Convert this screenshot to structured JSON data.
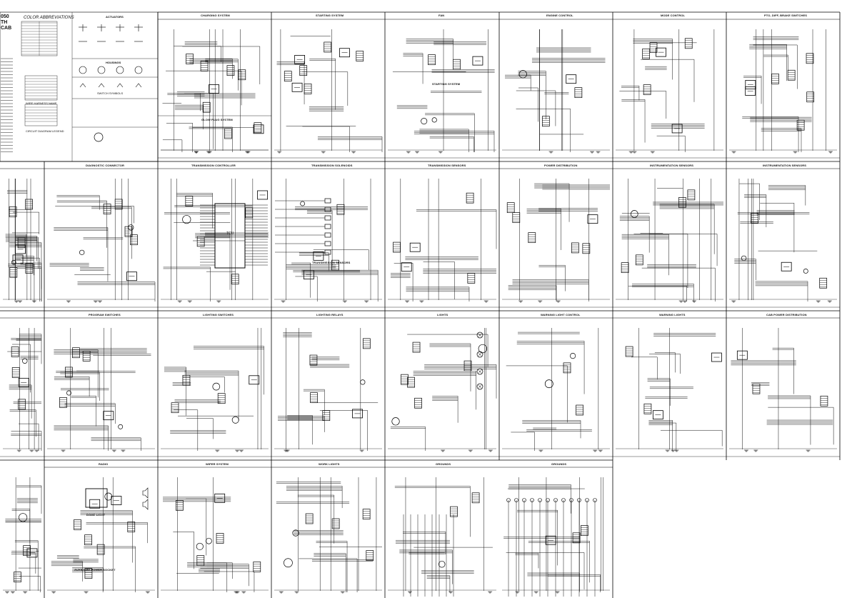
{
  "sheet": {
    "model": "050\nTH\nCAB",
    "legend": {
      "color_abbreviations": "COLOR ABBREVIATIONS",
      "actuators": "ACTUATORS",
      "housings": "HOUSINGS",
      "wire_harness_names": "WIRE HARNESS NAME",
      "circuit_diagram": "CIRCUIT DIAGRAM LEGEND",
      "switch_symbols": "SWITCH SYMBOLS"
    }
  },
  "panels": {
    "row1": [
      "CHARGING SYSTEM",
      "STARTING SYSTEM",
      "FAN",
      "ENGINE CONTROL",
      "MODE CONTROL",
      "PTO, DIFF, BRAKE SWITCHES"
    ],
    "row1_sub": [
      "GLOW PLUG SYSTEM",
      "STARTING SYSTEM"
    ],
    "row2": [
      "DIAGNOSTIC CONNECTOR",
      "TRANSMISSION CONTROLLER",
      "TRANSMISSION SOLENOIDS",
      "TRANSMISSION SENSORS",
      "POWER DISTRIBUTION",
      "INSTRUMENTATION SENSORS",
      "INSTRUMENTATION SENSORS"
    ],
    "row3": [
      "PROGRAM SWITCHES",
      "LIGHTING SWITCHES",
      "LIGHTING RELAYS",
      "LIGHTS",
      "WARNING LIGHT CONTROL",
      "WARNING LIGHTS",
      "CAB POWER DISTRIBUTION"
    ],
    "row4": [
      "RADIO",
      "WIPER SYSTEM",
      "WORK LIGHTS",
      "GROUNDS",
      "GROUNDS"
    ],
    "row4_sub": [
      "DOME LIGHT",
      "AUXILIARY POWER SOCKET"
    ],
    "tcu_label": "TCU",
    "transmission_sensors_sub": "TRANSMISSION SENSORS"
  }
}
